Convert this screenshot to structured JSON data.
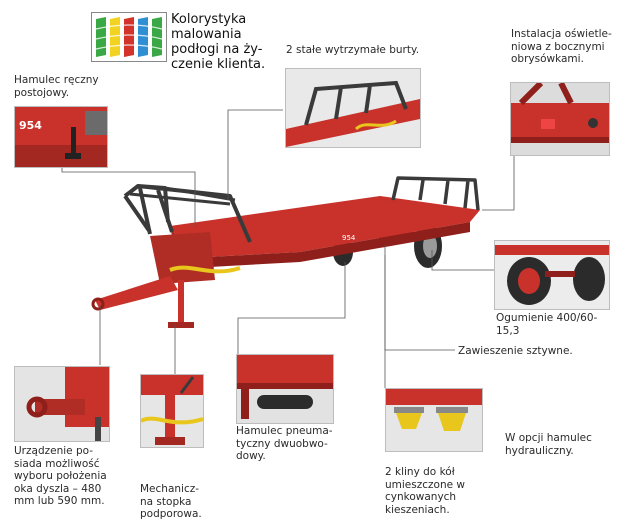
{
  "labels": {
    "color": "Kolorystyka\nmalowania\npodłogi na ży-\nczenie klienta.",
    "sides": "2 stałe wytrzymałe burty.",
    "lights": "Instalacja oświetle-\nniowa z bocznymi\nobrysówkami.",
    "handbrake": "Hamulec ręczny\npostojowy.",
    "tyres": "Ogumienie 400/60-\n15,3",
    "suspension": "Zawieszenie sztywne.",
    "drawbar": "Urządzenie po-\nsiada możliwość\nwyboru położenia\noka dyszla – 480\nmm lub 590 mm.",
    "stand": "Mechanicz-\nna stopka\npodporowa.",
    "airbrake": "Hamulec pneuma-\ntyczny dwuobwo-\ndowy.",
    "wedges": "2 kliny do kół\numieszczone w\ncynkowanych\nkieszeniach.",
    "hydraulic": "W opcji hamulec\nhydrauliczny."
  },
  "trailer_marking": "954",
  "colors": {
    "trailer_red": "#c8322b",
    "trailer_dark": "#8e1f1a",
    "rail": "#3a3a3a",
    "tyre": "#2b2b2b",
    "hose_yellow": "#e8c61c",
    "swatch_green": "#3aa845",
    "swatch_yellow": "#f2d321",
    "swatch_red": "#d2332a",
    "swatch_blue": "#2f8fd3"
  },
  "icons": [
    "color-swatch-icon"
  ]
}
